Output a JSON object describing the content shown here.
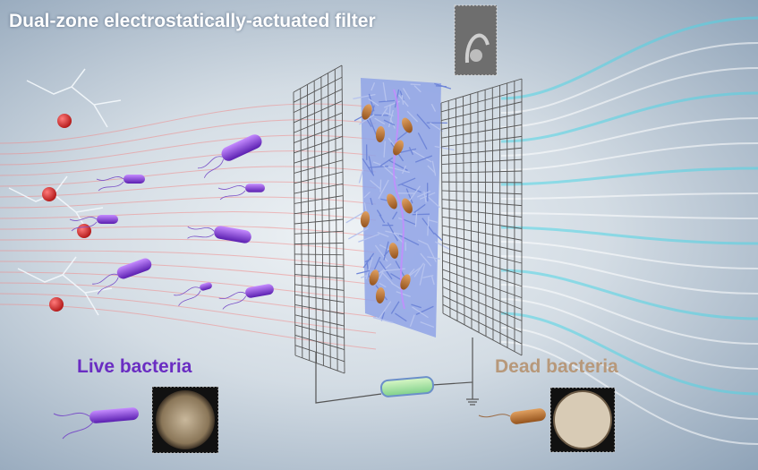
{
  "title": "Dual-zone electrostatically-actuated filter",
  "labels": {
    "live": "Live bacteria",
    "dead": "Dead bacteria"
  },
  "colors": {
    "live": "#6a2dc2",
    "dead": "#b7987a",
    "airflow_in": "#f08a8a",
    "airflow_out": "#4fd6e6",
    "fiber": "#7f95e0",
    "charge": "#d42a2a"
  }
}
